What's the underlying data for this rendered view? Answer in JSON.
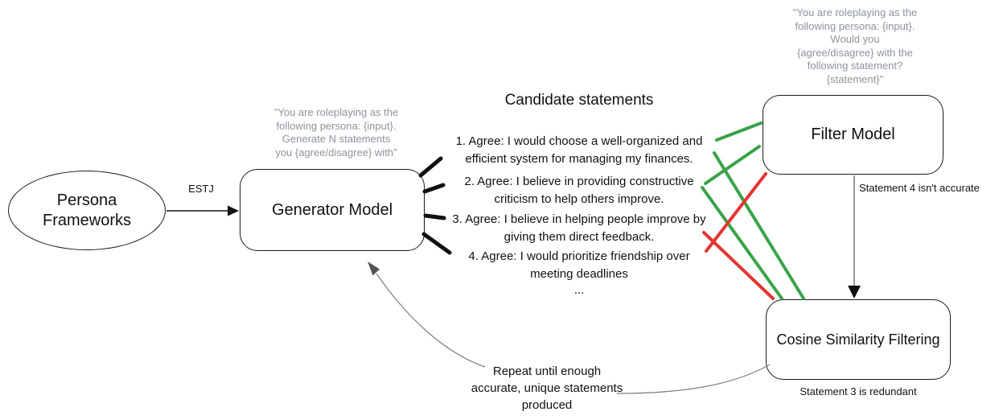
{
  "diagram": {
    "nodes": {
      "persona": {
        "label": "Persona\nFrameworks"
      },
      "generator": {
        "label": "Generator Model"
      },
      "filter": {
        "label": "Filter Model"
      },
      "cosine": {
        "label": "Cosine Similarity Filtering"
      }
    },
    "prompts": {
      "generator": "\"You are roleplaying as the\nfollowing persona: {input}.\nGenerate N statements\nyou {agree/disagree} with\"",
      "filter": "\"You are roleplaying as the\nfollowing persona: {input}.\nWould you\n{agree/disagree} with the\nfollowing statement?\n{statement}\""
    },
    "edge_labels": {
      "persona_to_generator": "ESTJ"
    },
    "candidates": {
      "heading": "Candidate statements",
      "statements": [
        "1. Agree: I would choose a well-organized and\nefficient system for managing my finances.",
        "2. Agree: I believe in providing constructive\ncriticism to help others improve.",
        "3. Agree: I believe in helping people improve by\ngiving them direct feedback.",
        "4. Agree: I would prioritize friendship over\nmeeting deadlines"
      ],
      "ellipsis": "..."
    },
    "annotations": {
      "filter_verdict": "Statement 4 isn't accurate",
      "cosine_verdict": "Statement 3 is redundant",
      "repeat_note": "Repeat until enough\naccurate, unique statements\nproduced"
    },
    "colors": {
      "accept_line": "#3aa34a",
      "reject_line": "#e23731",
      "prompt_text": "#8d939d",
      "connector": "#808080"
    }
  }
}
